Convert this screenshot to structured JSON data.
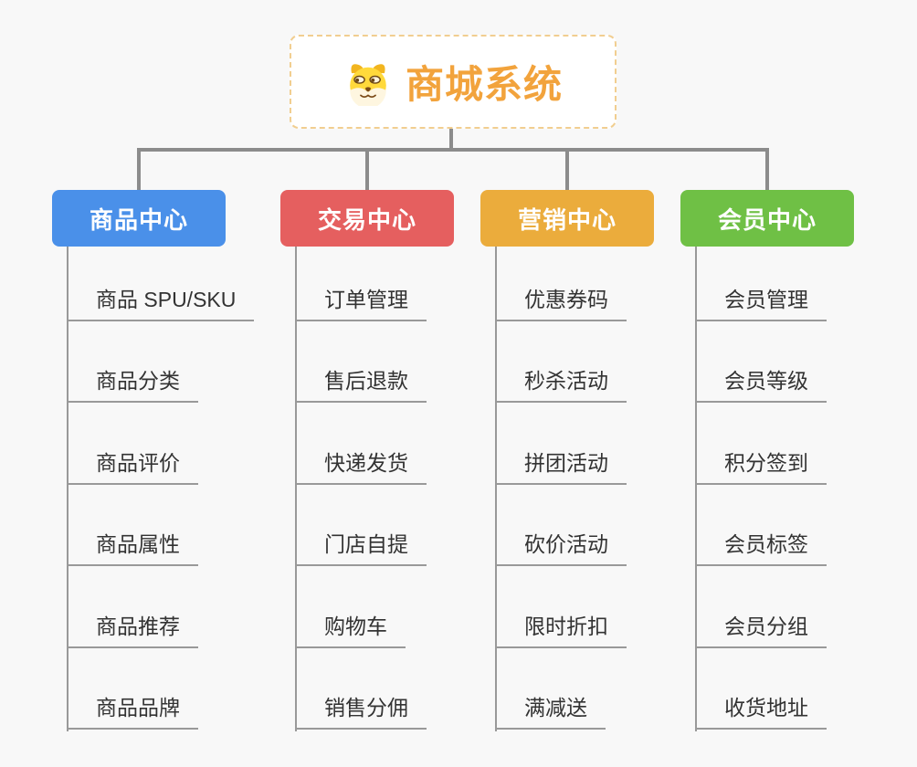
{
  "root": {
    "title": "商城系统",
    "icon": "dog-face-icon"
  },
  "branches": [
    {
      "label": "商品中心",
      "color": "#4A90E9",
      "items": [
        "商品 SPU/SKU",
        "商品分类",
        "商品评价",
        "商品属性",
        "商品推荐",
        "商品品牌"
      ]
    },
    {
      "label": "交易中心",
      "color": "#E55F5F",
      "items": [
        "订单管理",
        "售后退款",
        "快递发货",
        "门店自提",
        "购物车",
        "销售分佣"
      ]
    },
    {
      "label": "营销中心",
      "color": "#EBAC3C",
      "items": [
        "优惠券码",
        "秒杀活动",
        "拼团活动",
        "砍价活动",
        "限时折扣",
        "满减送"
      ]
    },
    {
      "label": "会员中心",
      "color": "#6FC045",
      "items": [
        "会员管理",
        "会员等级",
        "积分签到",
        "会员标签",
        "会员分组",
        "收货地址"
      ]
    }
  ],
  "colors": {
    "background": "#F8F8F8",
    "connector": "#8C8C8C",
    "branch_line": "#999999",
    "item_text": "#333333",
    "root_title": "#F2A33C",
    "root_border": "#F1CE90",
    "header_text": "#FFFFFF"
  }
}
